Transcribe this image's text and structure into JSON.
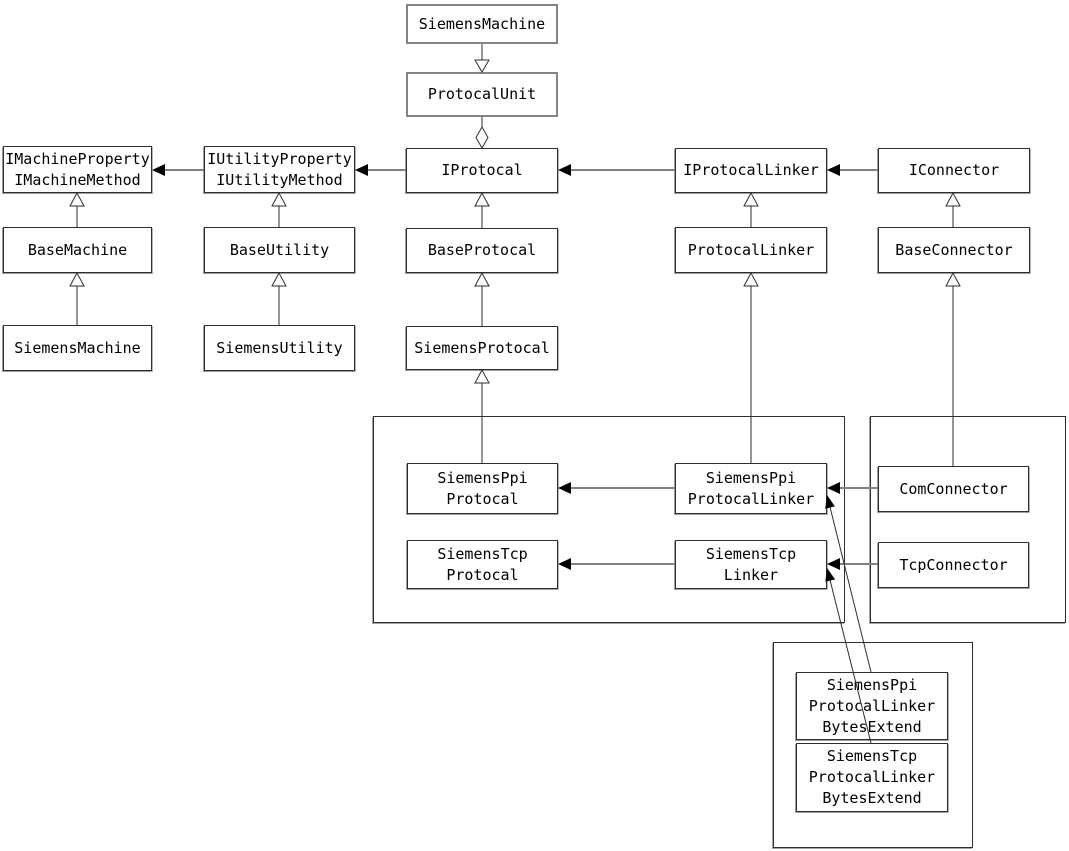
{
  "nodes": {
    "top_siemens_machine": {
      "lines": [
        "SiemensMachine"
      ]
    },
    "protocal_unit": {
      "lines": [
        "ProtocalUnit"
      ]
    },
    "i_machine": {
      "lines": [
        "IMachineProperty",
        "IMachineMethod"
      ]
    },
    "i_utility": {
      "lines": [
        "IUtilityProperty",
        "IUtilityMethod"
      ]
    },
    "i_protocal": {
      "lines": [
        "IProtocal"
      ]
    },
    "i_protocal_linker": {
      "lines": [
        "IProtocalLinker"
      ]
    },
    "i_connector": {
      "lines": [
        "IConnector"
      ]
    },
    "base_machine": {
      "lines": [
        "BaseMachine"
      ]
    },
    "base_utility": {
      "lines": [
        "BaseUtility"
      ]
    },
    "base_protocal": {
      "lines": [
        "BaseProtocal"
      ]
    },
    "protocal_linker": {
      "lines": [
        "ProtocalLinker"
      ]
    },
    "base_connector": {
      "lines": [
        "BaseConnector"
      ]
    },
    "siemens_machine": {
      "lines": [
        "SiemensMachine"
      ]
    },
    "siemens_utility": {
      "lines": [
        "SiemensUtility"
      ]
    },
    "siemens_protocal": {
      "lines": [
        "SiemensProtocal"
      ]
    },
    "siemens_ppi_protocal": {
      "lines": [
        "SiemensPpi",
        "Protocal"
      ]
    },
    "siemens_ppi_protocal_linker": {
      "lines": [
        "SiemensPpi",
        "ProtocalLinker"
      ]
    },
    "siemens_tcp_protocal": {
      "lines": [
        "SiemensTcp",
        "Protocal"
      ]
    },
    "siemens_tcp_linker": {
      "lines": [
        "SiemensTcp",
        "Linker"
      ]
    },
    "com_connector": {
      "lines": [
        "ComConnector"
      ]
    },
    "tcp_connector": {
      "lines": [
        "TcpConnector"
      ]
    },
    "ppi_bytes_extend": {
      "lines": [
        "SiemensPpi",
        "ProtocalLinker",
        "BytesExtend"
      ]
    },
    "tcp_bytes_extend": {
      "lines": [
        "SiemensTcp",
        "ProtocalLinker",
        "BytesExtend"
      ]
    }
  },
  "edges": [
    {
      "from": "SiemensMachine",
      "to": "ProtocalUnit",
      "type": "open-triangle-arrow"
    },
    {
      "from": "ProtocalUnit",
      "to": "IProtocal",
      "type": "aggregation-diamond"
    },
    {
      "from": "IProtocal",
      "to": "IUtilityProperty/IUtilityMethod",
      "type": "association"
    },
    {
      "from": "IUtilityProperty/IUtilityMethod",
      "to": "IMachineProperty/IMachineMethod",
      "type": "association"
    },
    {
      "from": "IProtocalLinker",
      "to": "IProtocal",
      "type": "association"
    },
    {
      "from": "IConnector",
      "to": "IProtocalLinker",
      "type": "association"
    },
    {
      "from": "BaseMachine",
      "to": "IMachineProperty/IMachineMethod",
      "type": "inheritance"
    },
    {
      "from": "SiemensMachine",
      "to": "BaseMachine",
      "type": "inheritance"
    },
    {
      "from": "BaseUtility",
      "to": "IUtilityProperty/IUtilityMethod",
      "type": "inheritance"
    },
    {
      "from": "SiemensUtility",
      "to": "BaseUtility",
      "type": "inheritance"
    },
    {
      "from": "BaseProtocal",
      "to": "IProtocal",
      "type": "inheritance"
    },
    {
      "from": "SiemensProtocal",
      "to": "BaseProtocal",
      "type": "inheritance"
    },
    {
      "from": "SiemensPpiProtocal",
      "to": "SiemensProtocal",
      "type": "inheritance"
    },
    {
      "from": "ProtocalLinker",
      "to": "IProtocalLinker",
      "type": "inheritance"
    },
    {
      "from": "SiemensPpiProtocalLinker",
      "to": "ProtocalLinker",
      "type": "inheritance"
    },
    {
      "from": "BaseConnector",
      "to": "IConnector",
      "type": "inheritance"
    },
    {
      "from": "ComConnector",
      "to": "BaseConnector",
      "type": "inheritance"
    },
    {
      "from": "SiemensPpiProtocalLinker",
      "to": "SiemensPpiProtocal",
      "type": "association"
    },
    {
      "from": "SiemensTcpLinker",
      "to": "SiemensTcpProtocal",
      "type": "association"
    },
    {
      "from": "ComConnector",
      "to": "SiemensPpiProtocalLinker",
      "type": "association"
    },
    {
      "from": "TcpConnector",
      "to": "SiemensTcpLinker",
      "type": "association"
    },
    {
      "from": "SiemensPpiProtocalLinkerBytesExtend",
      "to": "SiemensPpiProtocalLinker",
      "type": "association"
    },
    {
      "from": "SiemensTcpProtocalLinkerBytesExtend",
      "to": "SiemensTcpLinker",
      "type": "association"
    }
  ],
  "colors": {
    "background": "#ffffff",
    "box_border": "#2e2e2e",
    "box_border_gray": "#848484",
    "association_line": "#808080",
    "generalization_line": "#2e2e2e",
    "arrowhead": "#000000",
    "text": "#000000"
  }
}
